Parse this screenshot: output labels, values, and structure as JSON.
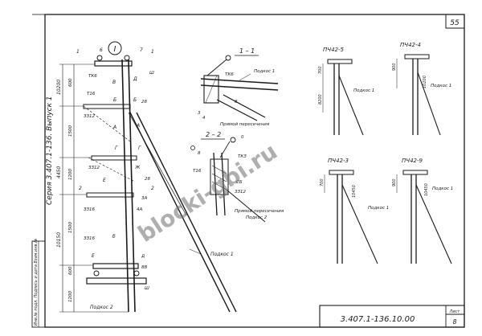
{
  "drawing": {
    "sheet_number": "55",
    "series_side": "Серия 3.407.1-136. Выпуск 1",
    "document_code": "3.407.1-136.10.00",
    "sheet_label": "Лист",
    "sheet_value": "8",
    "stamp_left": "Инв.№ подл.   Подпись и дата   Взам.инв.№",
    "watermark": "blocki-gbi.ru"
  },
  "main_view": {
    "circle_mark": "I",
    "letters": [
      "В",
      "Д",
      "Б",
      "Б",
      "А",
      "А",
      "Г",
      "Г",
      "Е",
      "Ж",
      "б",
      "6",
      "7",
      "Е",
      "д"
    ],
    "left_tags": [
      "ТК6",
      "Т16",
      "ЗЗ12",
      "ЗЗ12",
      "ЗЗ16",
      "ЗЗ16"
    ],
    "right_tags": [
      "Ш",
      "28",
      "28",
      "ЗА",
      "4А",
      "8В",
      "Ш"
    ],
    "section_marks": [
      "1",
      "1",
      "2",
      "2"
    ],
    "dims_outer": [
      "10200",
      "4450",
      "10150"
    ],
    "dims_inner": [
      "600",
      "1500",
      "1200",
      "1500",
      "600",
      "1200"
    ],
    "bottom_labels": [
      "Подкос 2",
      "Подкос 1"
    ]
  },
  "section_1": {
    "title": "1 – 1",
    "tags": [
      "ТК6",
      "Подкос 1",
      "3",
      "4",
      "8"
    ],
    "caption": "Прямой пересечения"
  },
  "section_2": {
    "title": "2 – 2",
    "tags": [
      "Т16",
      "ТКЗ",
      "СБ",
      "ЗЗ12",
      "Подкос 2",
      "8",
      "0"
    ],
    "caption": "Прямой пересечения"
  },
  "details": [
    {
      "title": "ПЧ42-5",
      "dims": [
        "700",
        "8200"
      ],
      "strut": "Подкос 1"
    },
    {
      "title": "ПЧ42-4",
      "dims": [
        "900",
        "10200"
      ],
      "strut": "Подкос 1"
    },
    {
      "title": "ПЧ42-3",
      "dims": [
        "700",
        "10450"
      ],
      "strut": "Подкос 1"
    },
    {
      "title": "ПЧ42-9",
      "dims": [
        "900",
        "10450"
      ],
      "strut": "Подкос 1"
    }
  ]
}
